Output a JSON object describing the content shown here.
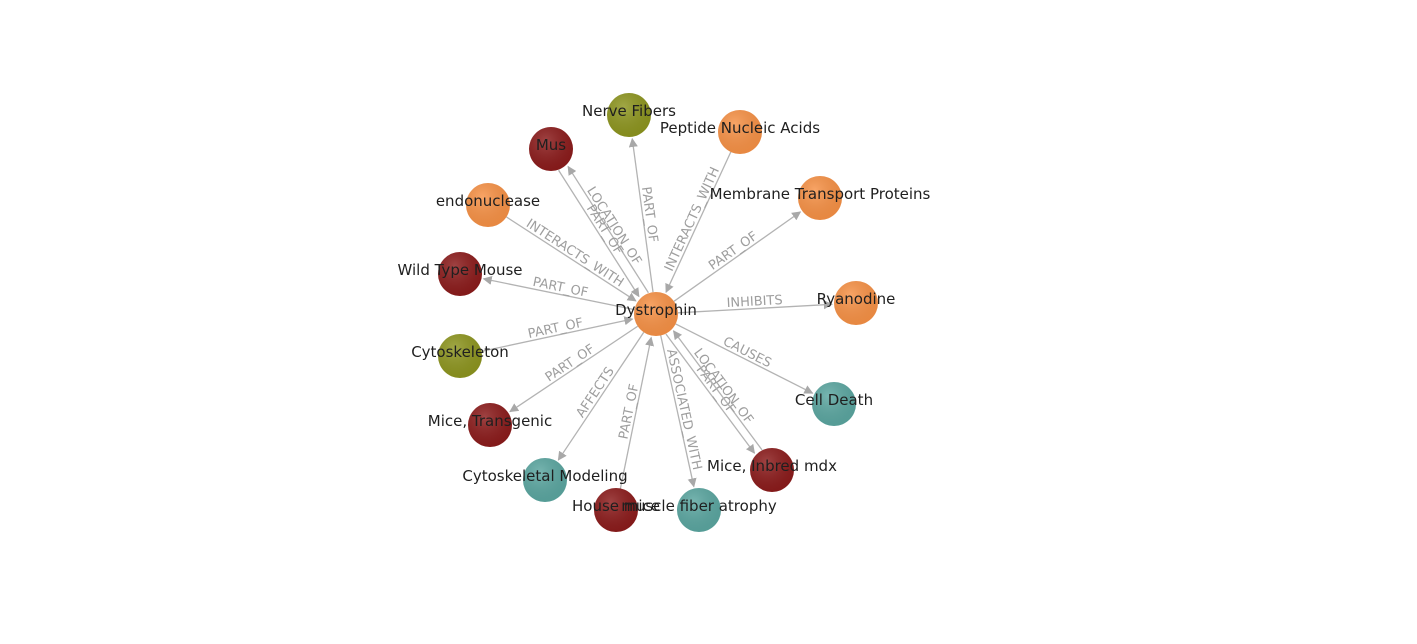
{
  "graph": {
    "colors": {
      "entity": "#f79145",
      "organism": "#8b1a1a",
      "anatomy": "#8d951e",
      "process": "#5aa6a0",
      "edge": "#b3b3b3",
      "edge_label": "#9e9e9e"
    },
    "nodes": [
      {
        "id": "dystrophin",
        "label": "Dystrophin",
        "kind": "entity"
      },
      {
        "id": "nerve_fibers",
        "label": "Nerve Fibers",
        "kind": "anatomy"
      },
      {
        "id": "peptide_nucleic_acids",
        "label": "Peptide Nucleic Acids",
        "kind": "entity"
      },
      {
        "id": "mus",
        "label": "Mus",
        "kind": "organism"
      },
      {
        "id": "membrane_transport_proteins",
        "label": "Membrane Transport Proteins",
        "kind": "entity"
      },
      {
        "id": "endonuclease",
        "label": "endonuclease",
        "kind": "entity"
      },
      {
        "id": "wild_type_mouse",
        "label": "Wild Type Mouse",
        "kind": "organism"
      },
      {
        "id": "ryanodine",
        "label": "Ryanodine",
        "kind": "entity"
      },
      {
        "id": "cytoskeleton",
        "label": "Cytoskeleton",
        "kind": "anatomy"
      },
      {
        "id": "cell_death",
        "label": "Cell Death",
        "kind": "process"
      },
      {
        "id": "mice_transgenic",
        "label": "Mice, Transgenic",
        "kind": "organism"
      },
      {
        "id": "mice_inbred_mdx",
        "label": "Mice, Inbred mdx",
        "kind": "organism"
      },
      {
        "id": "cytoskeletal_modeling",
        "label": "Cytoskeletal Modeling",
        "kind": "process"
      },
      {
        "id": "house_mice",
        "label": "House mice",
        "kind": "organism"
      },
      {
        "id": "muscle_fiber_atrophy",
        "label": "muscle fiber atrophy",
        "kind": "process"
      }
    ],
    "edges": [
      {
        "source": "dystrophin",
        "target": "nerve_fibers",
        "label": "PART_OF"
      },
      {
        "source": "peptide_nucleic_acids",
        "target": "dystrophin",
        "label": "INTERACTS_WITH"
      },
      {
        "source": "dystrophin",
        "target": "mus",
        "label": "LOCATION_OF"
      },
      {
        "source": "mus",
        "target": "dystrophin",
        "label": "PART_OF"
      },
      {
        "source": "dystrophin",
        "target": "membrane_transport_proteins",
        "label": "PART_OF"
      },
      {
        "source": "endonuclease",
        "target": "dystrophin",
        "label": "INTERACTS_WITH"
      },
      {
        "source": "dystrophin",
        "target": "wild_type_mouse",
        "label": "PART_OF"
      },
      {
        "source": "dystrophin",
        "target": "ryanodine",
        "label": "INHIBITS"
      },
      {
        "source": "cytoskeleton",
        "target": "dystrophin",
        "label": "PART_OF"
      },
      {
        "source": "dystrophin",
        "target": "cell_death",
        "label": "CAUSES"
      },
      {
        "source": "dystrophin",
        "target": "mice_transgenic",
        "label": "PART_OF"
      },
      {
        "source": "dystrophin",
        "target": "mice_inbred_mdx",
        "label": "PART_OF"
      },
      {
        "source": "mice_inbred_mdx",
        "target": "dystrophin",
        "label": "LOCATION_OF"
      },
      {
        "source": "dystrophin",
        "target": "cytoskeletal_modeling",
        "label": "AFFECTS"
      },
      {
        "source": "house_mice",
        "target": "dystrophin",
        "label": "PART_OF"
      },
      {
        "source": "dystrophin",
        "target": "muscle_fiber_atrophy",
        "label": "ASSOCIATED_WITH"
      }
    ]
  }
}
